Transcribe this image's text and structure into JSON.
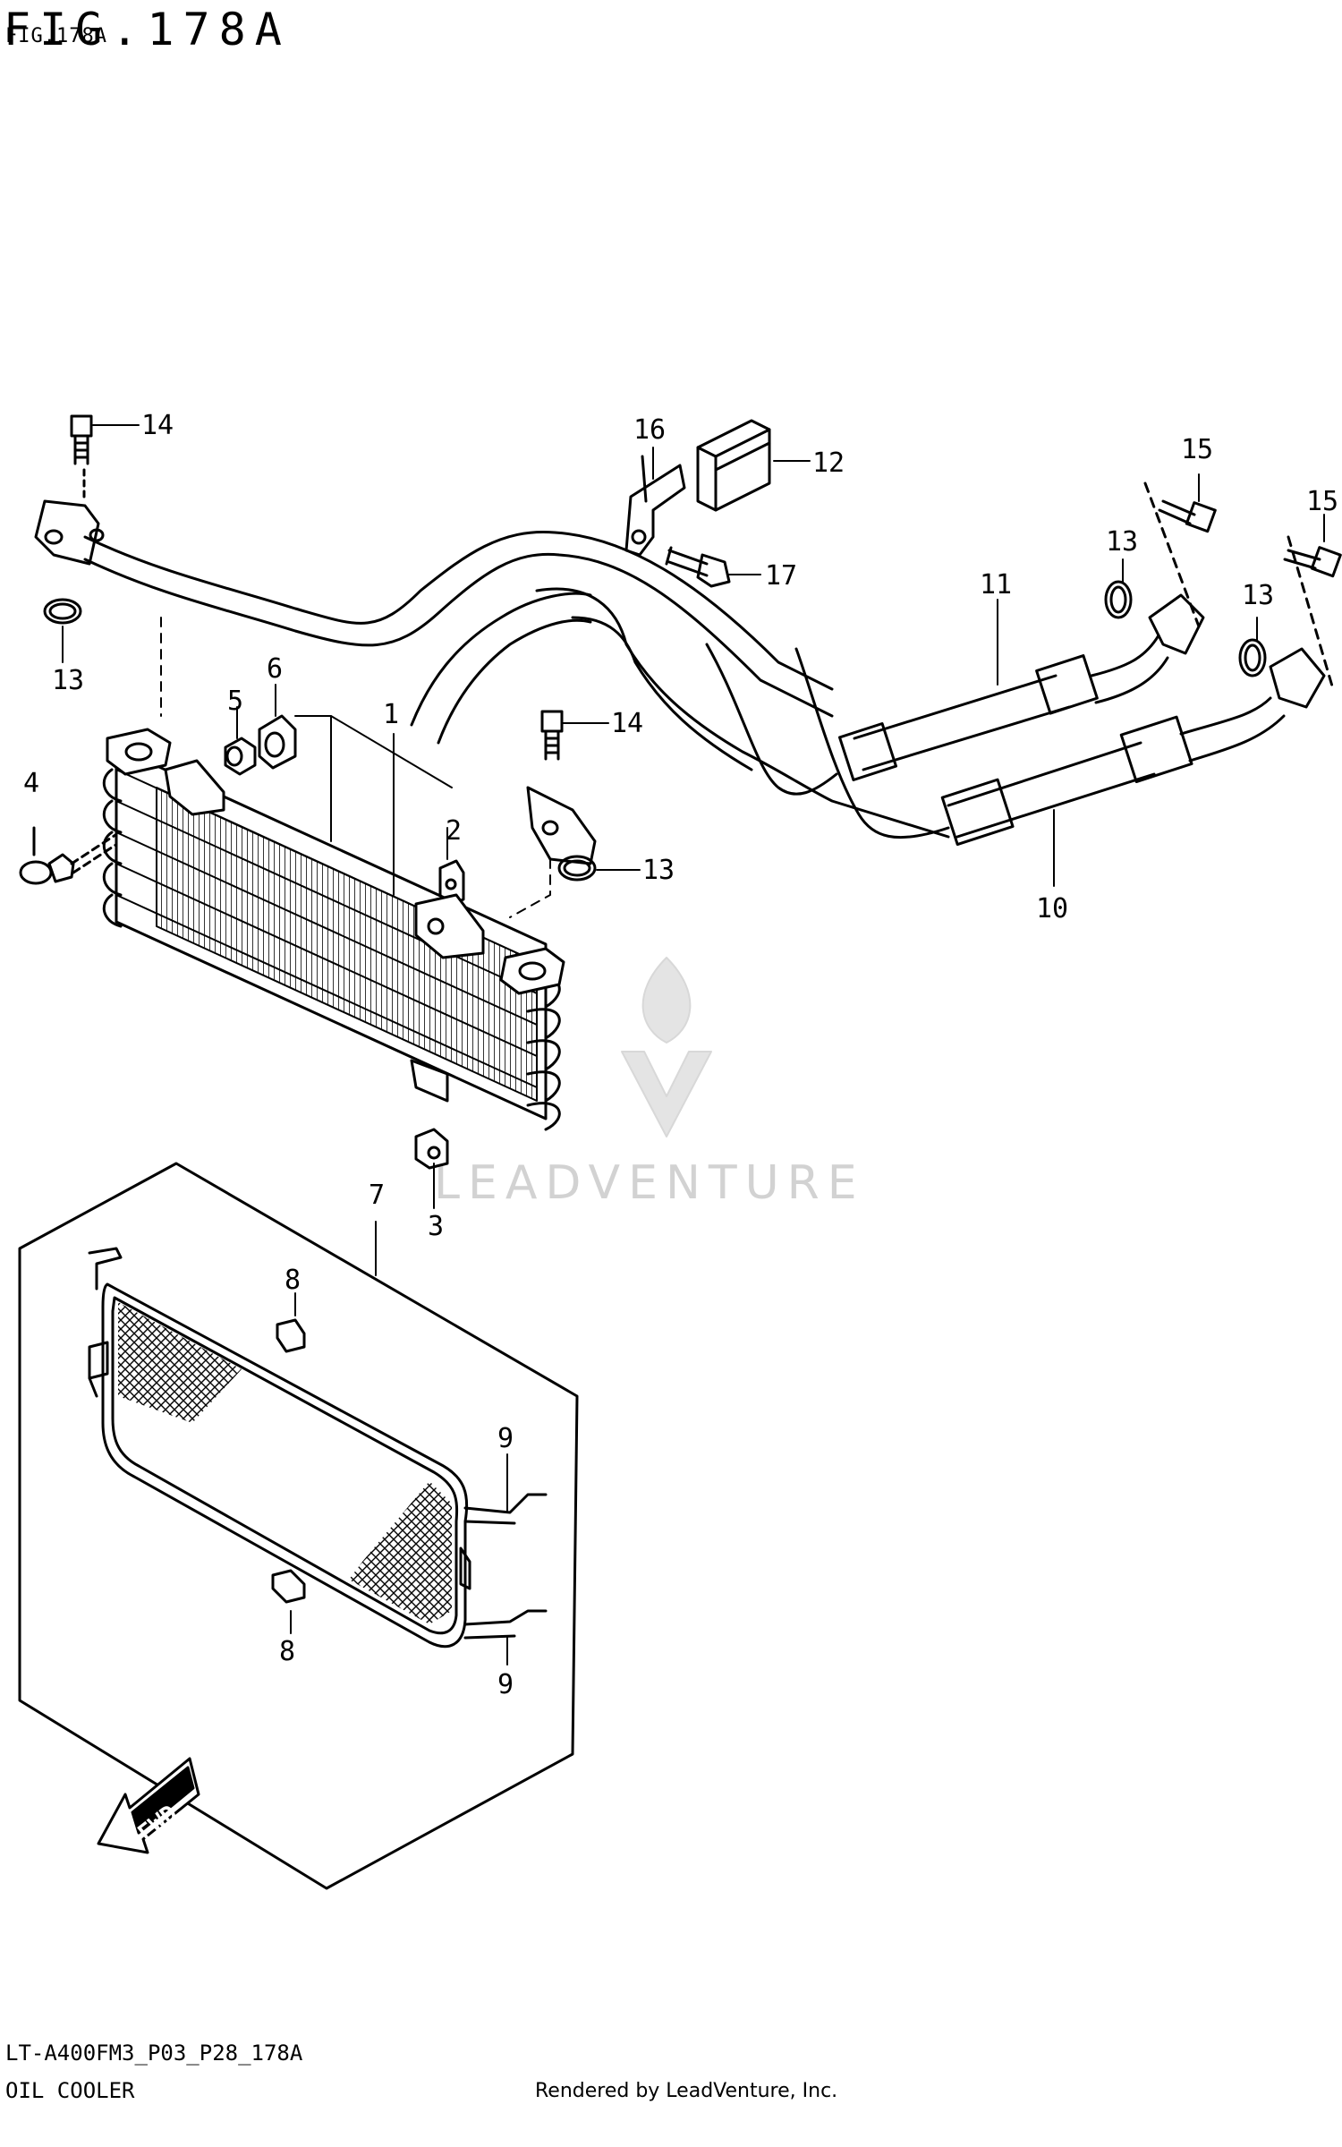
{
  "figure": {
    "title": "FIG.178A",
    "subtitle": "FIG.178A"
  },
  "footer": {
    "model_code": "LT-A400FM3_P03_P28_178A",
    "section_name": "OIL COOLER",
    "rendered_by": "Rendered by LeadVenture, Inc."
  },
  "watermark": {
    "text": "LEADVENTURE"
  },
  "fwd_label": "FWD",
  "callouts": {
    "c1": "1",
    "c2": "2",
    "c3": "3",
    "c4": "4",
    "c5": "5",
    "c6": "6",
    "c7": "7",
    "c8a": "8",
    "c8b": "8",
    "c9a": "9",
    "c9b": "9",
    "c10": "10",
    "c11": "11",
    "c12": "12",
    "c13a": "13",
    "c13b": "13",
    "c13c": "13",
    "c13d": "13",
    "c14a": "14",
    "c14b": "14",
    "c15a": "15",
    "c15b": "15",
    "c16": "16",
    "c17": "17"
  }
}
